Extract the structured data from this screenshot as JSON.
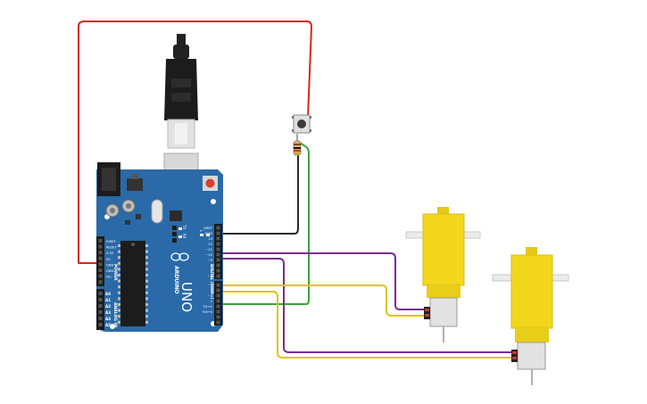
{
  "board": {
    "brand": "ARDUINO",
    "model": "UNO",
    "power_header_title": "POWER",
    "analog_header_title": "ANALOG IN",
    "digital_header_title": "DIGITAL (PWM~)",
    "tx_label": "TX",
    "rx_label": "RX",
    "l_label": "L",
    "power_pins": [
      "IOREF",
      "RESET",
      "3.3V",
      "5V",
      "GND",
      "GND",
      "Vin"
    ],
    "analog_pins": [
      "A0",
      "A1",
      "A2",
      "A3",
      "A4",
      "A5"
    ],
    "digital_pins": [
      "AREF",
      "GND",
      "13",
      "12",
      "~11",
      "~10",
      "~9",
      "8",
      "7",
      "~6",
      "~5",
      "4",
      "~3",
      "2",
      "TX→1",
      "RX←0"
    ]
  },
  "colors": {
    "board": "#2a6aa8",
    "board_dark": "#1d4f82",
    "motor": "#f3d71c",
    "wire_red": "#d9261c",
    "wire_black": "#2a2a2a",
    "wire_green": "#3aa53a",
    "wire_purple": "#7a2e8e",
    "wire_yellow": "#e2c21a"
  },
  "components": {
    "board": "arduino-uno",
    "cable": "usb-cable",
    "button": "pushbutton",
    "resistor": "resistor",
    "motors": [
      "dc-motor-1",
      "dc-motor-2"
    ]
  }
}
